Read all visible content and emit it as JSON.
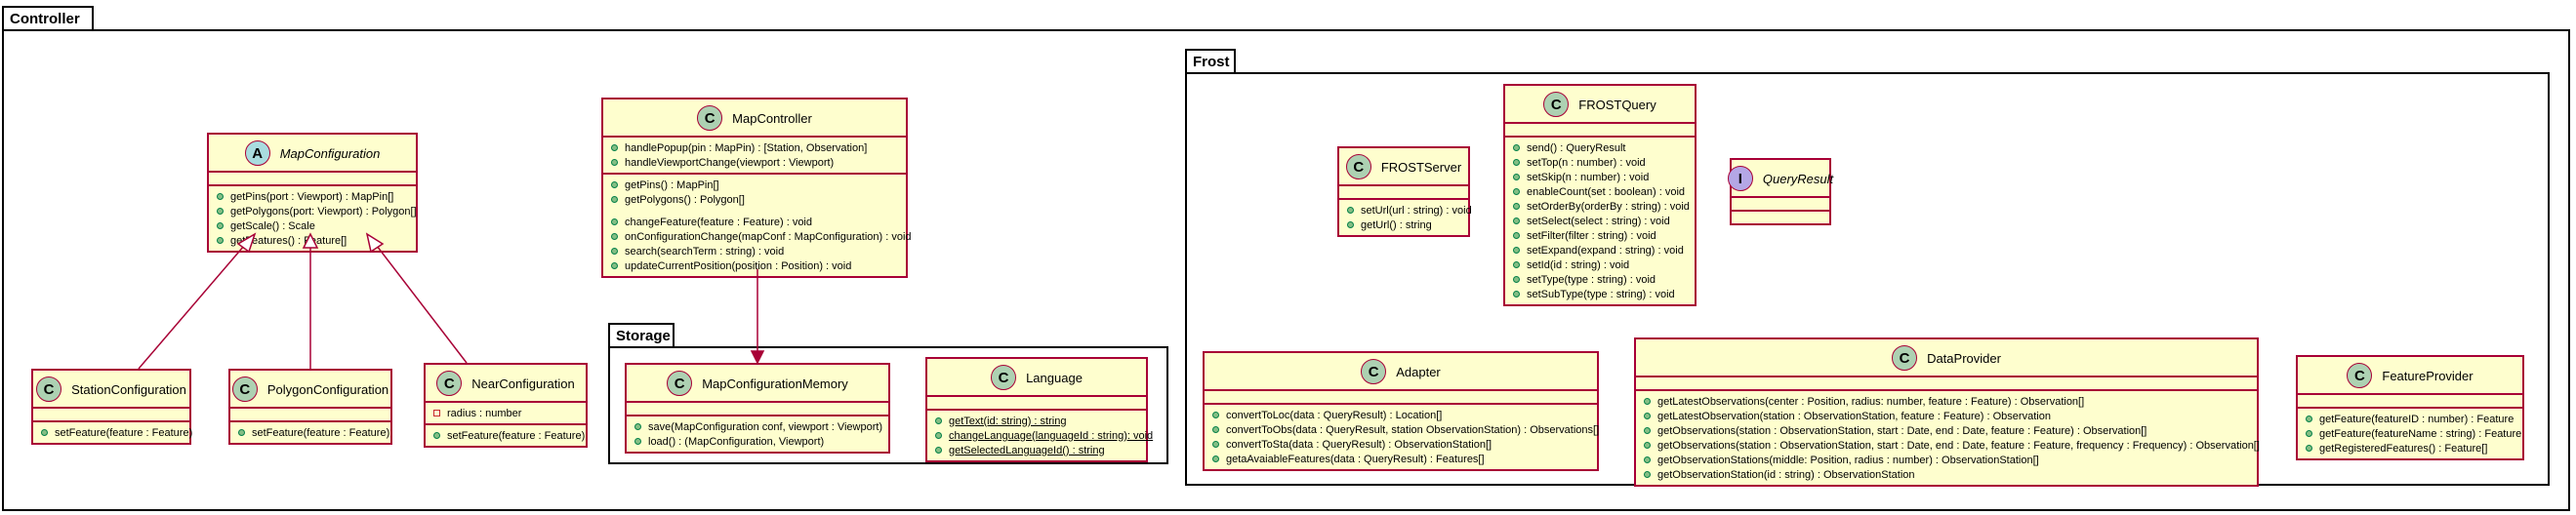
{
  "packages": {
    "controller": "Controller",
    "storage": "Storage",
    "frost": "Frost"
  },
  "classes": {
    "map_configuration": {
      "stereotype": "A",
      "name": "MapConfiguration",
      "methods": [
        "getPins(port : Viewport) : MapPin[]",
        "getPolygons(port: Viewport) : Polygon[]",
        "getScale() : Scale",
        "getFeatures() : Feature[]"
      ]
    },
    "station_configuration": {
      "stereotype": "C",
      "name": "StationConfiguration",
      "methods": [
        "setFeature(feature : Feature)"
      ]
    },
    "polygon_configuration": {
      "stereotype": "C",
      "name": "PolygonConfiguration",
      "methods": [
        "setFeature(feature : Feature)"
      ]
    },
    "near_configuration": {
      "stereotype": "C",
      "name": "NearConfiguration",
      "fields": [
        "radius : number"
      ],
      "methods": [
        "setFeature(feature : Feature)"
      ]
    },
    "map_controller": {
      "stereotype": "C",
      "name": "MapController",
      "methods_a": [
        "handlePopup(pin : MapPin) : [Station, Observation]",
        "handleViewportChange(viewport : Viewport)"
      ],
      "methods_b": [
        "getPins() : MapPin[]",
        "getPolygons() : Polygon[]"
      ],
      "methods_c": [
        "changeFeature(feature : Feature) : void",
        "onConfigurationChange(mapConf : MapConfiguration) : void",
        "search(searchTerm : string) : void",
        "updateCurrentPosition(position : Position) : void"
      ]
    },
    "map_configuration_memory": {
      "stereotype": "C",
      "name": "MapConfigurationMemory",
      "methods": [
        "save(MapConfiguration conf, viewport : Viewport)",
        "load() : (MapConfiguration, Viewport)"
      ]
    },
    "language": {
      "stereotype": "C",
      "name": "Language",
      "methods": [
        "getText(id: string) : string",
        "changeLanguage(languageId : string): void",
        "getSelectedLanguageId() : string"
      ]
    },
    "frost_server": {
      "stereotype": "C",
      "name": "FROSTServer",
      "methods": [
        "setUrl(url : string) : void",
        "getUrl() : string"
      ]
    },
    "frost_query": {
      "stereotype": "C",
      "name": "FROSTQuery",
      "methods": [
        "send() : QueryResult",
        "setTop(n : number) : void",
        "setSkip(n : number) : void",
        "enableCount(set : boolean) : void",
        "setOrderBy(orderBy : string) : void",
        "setSelect(select : string) : void",
        "setFilter(filter : string) : void",
        "setExpand(expand : string) : void",
        "setId(id : string) : void",
        "setType(type : string) : void",
        "setSubType(type : string) : void"
      ]
    },
    "query_result": {
      "stereotype": "I",
      "name": "QueryResult"
    },
    "adapter": {
      "stereotype": "C",
      "name": "Adapter",
      "methods": [
        "convertToLoc(data : QueryResult) : Location[]",
        "convertToObs(data : QueryResult, station ObservationStation) : Observations[]",
        "convertToSta(data : QueryResult) : ObservationStation[]",
        "getaAvaiableFeatures(data : QueryResult) : Features[]"
      ]
    },
    "data_provider": {
      "stereotype": "C",
      "name": "DataProvider",
      "methods": [
        "getLatestObservations(center : Position, radius: number, feature : Feature) : Observation[]",
        "getLatestObservation(station : ObservationStation, feature : Feature) : Observation",
        "getObservations(station : ObservationStation, start : Date, end : Date, feature : Feature) : Observation[]",
        "getObservations(station : ObservationStation, start : Date, end : Date, feature : Feature, frequency : Frequency) : Observation[]",
        "getObservationStations(middle: Position, radius : number) : ObservationStation[]",
        "getObservationStation(id : string) : ObservationStation"
      ]
    },
    "feature_provider": {
      "stereotype": "C",
      "name": "FeatureProvider",
      "methods": [
        "getFeature(featureID : number) : Feature",
        "getFeature(featureName : string) : Feature",
        "getRegisteredFeatures() : Feature[]"
      ]
    }
  },
  "colors": {
    "class_fill": "#FEFECE",
    "class_border": "#A80036",
    "stereotype_class": "#ADD1B2",
    "stereotype_abstract": "#A9DCDF",
    "stereotype_interface": "#B4A7E5",
    "public_dot": "#84BE84",
    "private_marker": "#C82930"
  }
}
